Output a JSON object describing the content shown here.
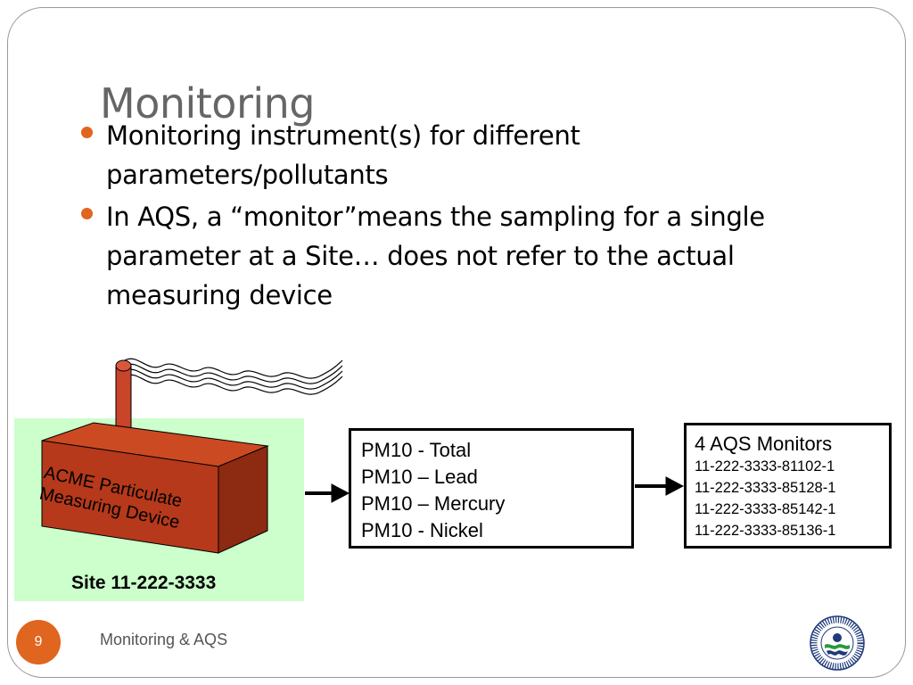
{
  "slide": {
    "title": "Monitoring",
    "bullets": [
      "Monitoring instrument(s) for different parameters/pollutants",
      "In AQS, a “monitor”means the sampling for a single parameter at a Site… does not refer to the actual measuring device"
    ]
  },
  "diagram": {
    "device_label_line1": "ACME Particulate",
    "device_label_line2": "Measuring Device",
    "site_label": "Site 11-222-3333",
    "parameters": [
      "PM10 - Total",
      "PM10 – Lead",
      "PM10 – Mercury",
      "PM10 - Nickel"
    ],
    "monitors_heading": "4 AQS Monitors",
    "monitor_ids": [
      "11-222-3333-81102-1",
      "11-222-3333-85128-1",
      "11-222-3333-85142-1",
      "11-222-3333-85136-1"
    ]
  },
  "footer": {
    "page_number": "9",
    "text": "Monitoring & AQS"
  },
  "colors": {
    "accent": "#e0651e",
    "site_panel": "#ccffcc",
    "device_front": "#b5391a",
    "device_top": "#cc4a22",
    "device_side": "#8c2a12"
  },
  "icons": {
    "logo": "epa-seal-icon"
  }
}
